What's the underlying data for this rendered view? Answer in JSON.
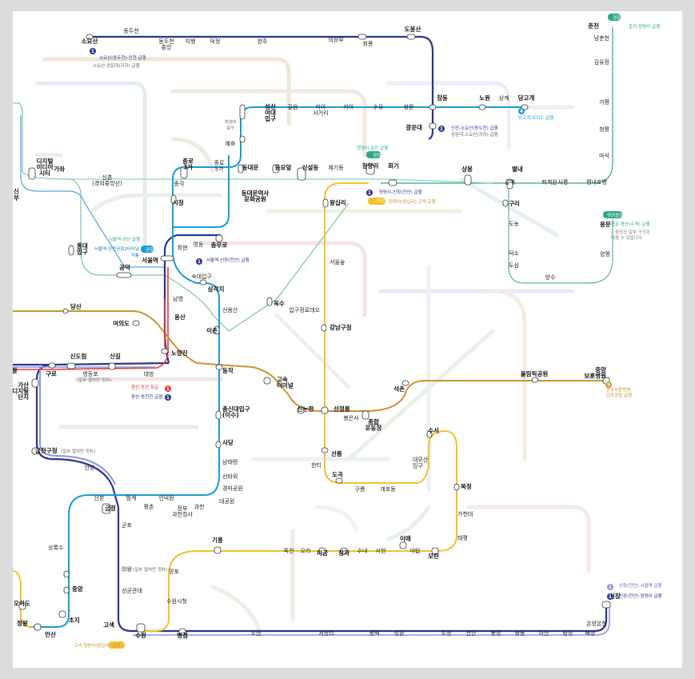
{
  "colors": {
    "line1": "#0052a4",
    "line1_express": "#2a3590",
    "line1_light": "#8f96d3",
    "line4": "#1c9bd8",
    "line4_dark": "#3a8fd0",
    "gyeongchun": "#2fa88a",
    "suin": "#f5c12f",
    "line9": "#c8962e",
    "gyeongbu_express": "#e23b3b",
    "background_lines": "#e9e9e9"
  },
  "stations": [
    {
      "id": "soyosan",
      "name": "소요산"
    },
    {
      "id": "dongducheon",
      "name": "동두천"
    },
    {
      "id": "dongducheon_jungang",
      "name": "동두천\n중앙"
    },
    {
      "id": "jihaeng",
      "name": "지행"
    },
    {
      "id": "deokjeong",
      "name": "덕정"
    },
    {
      "id": "yangju",
      "name": "양주"
    },
    {
      "id": "uijeongbu",
      "name": "의정부"
    },
    {
      "id": "hoeryong",
      "name": "회룡"
    },
    {
      "id": "dobongsan",
      "name": "도봉산"
    },
    {
      "id": "chunchoen",
      "name": "춘천"
    },
    {
      "id": "namchuncheon",
      "name": "남춘천"
    },
    {
      "id": "gimyujeong",
      "name": "김유정"
    },
    {
      "id": "gapyeong",
      "name": "가평"
    },
    {
      "id": "cheongpyeong",
      "name": "청평"
    },
    {
      "id": "maseok",
      "name": "마석"
    },
    {
      "id": "changdong",
      "name": "창동"
    },
    {
      "id": "nowon",
      "name": "노원"
    },
    {
      "id": "sanggye",
      "name": "상계"
    },
    {
      "id": "danggogae",
      "name": "당고개"
    },
    {
      "id": "seongsin",
      "name": "성신\n여대\n입구"
    },
    {
      "id": "gireum",
      "name": "길음"
    },
    {
      "id": "miasageori",
      "name": "미아\n사거리"
    },
    {
      "id": "mia",
      "name": "미아"
    },
    {
      "id": "suyu",
      "name": "수유"
    },
    {
      "id": "ssangmun",
      "name": "쌍문"
    },
    {
      "id": "gwangundae",
      "name": "광운대"
    },
    {
      "id": "hansung",
      "name": "한성대\n입구"
    },
    {
      "id": "hyehwa",
      "name": "혜화"
    },
    {
      "id": "jongno3ga",
      "name": "종로\n3가"
    },
    {
      "id": "jongno5ga",
      "name": "종로\n5가"
    },
    {
      "id": "dongdaemun",
      "name": "동대문"
    },
    {
      "id": "dongmyo",
      "name": "동묘앞"
    },
    {
      "id": "sinseoldong",
      "name": "신설동"
    },
    {
      "id": "jegidong",
      "name": "제기동"
    },
    {
      "id": "cheongnyangni",
      "name": "청량리"
    },
    {
      "id": "hoegi",
      "name": "회기"
    },
    {
      "id": "sangbong",
      "name": "상봉"
    },
    {
      "id": "byeollae",
      "name": "별내"
    },
    {
      "id": "galmae",
      "name": "갈매"
    },
    {
      "id": "toegyewon",
      "name": "퇴계원"
    },
    {
      "id": "sareung",
      "name": "사릉"
    },
    {
      "id": "pyeongnaehopyeong",
      "name": "평내호평"
    },
    {
      "id": "guri",
      "name": "구리"
    },
    {
      "id": "donong",
      "name": "도농"
    },
    {
      "id": "deokso",
      "name": "덕소"
    },
    {
      "id": "dosim",
      "name": "도심"
    },
    {
      "id": "yangsu",
      "name": "양수"
    },
    {
      "id": "yongmun",
      "name": "용문"
    },
    {
      "id": "yangpyeong",
      "name": "양평"
    },
    {
      "id": "ddp",
      "name": "동대문역사\n문화공원"
    },
    {
      "id": "digital_media",
      "name": "디지털\n미디어\n시티"
    },
    {
      "id": "gajwa",
      "name": "가좌"
    },
    {
      "id": "sinchon",
      "name": "신촌\n(경의중앙선)"
    },
    {
      "id": "hongik",
      "name": "홍대\n입구"
    },
    {
      "id": "gongdeok",
      "name": "공덕"
    },
    {
      "id": "jonggak",
      "name": "종각"
    },
    {
      "id": "cityhall",
      "name": "시청"
    },
    {
      "id": "seoul",
      "name": "서울역"
    },
    {
      "id": "hoehyeon",
      "name": "회현"
    },
    {
      "id": "myeongdong",
      "name": "명동"
    },
    {
      "id": "chungmuro",
      "name": "충무로"
    },
    {
      "id": "sookmyung",
      "name": "숙대입구"
    },
    {
      "id": "namyeong",
      "name": "남영"
    },
    {
      "id": "samgakji",
      "name": "삼각지"
    },
    {
      "id": "yongsan",
      "name": "용산"
    },
    {
      "id": "sinyongsan",
      "name": "신용산"
    },
    {
      "id": "ichon",
      "name": "이촌"
    },
    {
      "id": "oksu",
      "name": "옥수"
    },
    {
      "id": "wangsimni",
      "name": "왕십리"
    },
    {
      "id": "seoulsup",
      "name": "서울숲"
    },
    {
      "id": "apgujeong",
      "name": "압구정로데오"
    },
    {
      "id": "gangnamgu",
      "name": "강남구청"
    },
    {
      "id": "dangsan",
      "name": "당산"
    },
    {
      "id": "yeouido",
      "name": "여의도"
    },
    {
      "id": "noryangjin",
      "name": "노량진"
    },
    {
      "id": "dongjak",
      "name": "동작"
    },
    {
      "id": "express_bus",
      "name": "고속\n터미널"
    },
    {
      "id": "sinnonhyeon",
      "name": "신논현"
    },
    {
      "id": "seonjeongneung",
      "name": "선정릉"
    },
    {
      "id": "bongeunsa",
      "name": "봉은사"
    },
    {
      "id": "sports",
      "name": "종합\n운동장"
    },
    {
      "id": "seokchon",
      "name": "석촌"
    },
    {
      "id": "olympic",
      "name": "올림픽공원"
    },
    {
      "id": "vhs",
      "name": "중앙\n보훈병원"
    },
    {
      "id": "singil",
      "name": "신길"
    },
    {
      "id": "daebang",
      "name": "대방"
    },
    {
      "id": "yeongdeungpo",
      "name": "영등포"
    },
    {
      "id": "sindorim",
      "name": "신도림"
    },
    {
      "id": "guro",
      "name": "구로"
    },
    {
      "id": "gasan",
      "name": "가산\n디지털\n단지"
    },
    {
      "id": "isu",
      "name": "총신대입구\n(이수)"
    },
    {
      "id": "sadang",
      "name": "사당"
    },
    {
      "id": "namtaeryeong",
      "name": "남태령"
    },
    {
      "id": "seonbawi",
      "name": "선바위"
    },
    {
      "id": "racecourse",
      "name": "경마공원"
    },
    {
      "id": "seolleung",
      "name": "선릉"
    },
    {
      "id": "hanti",
      "name": "한티"
    },
    {
      "id": "dogok",
      "name": "도곡"
    },
    {
      "id": "guryong",
      "name": "구룡"
    },
    {
      "id": "gaepodong",
      "name": "개포동"
    },
    {
      "id": "daemosan",
      "name": "대모산\n입구"
    },
    {
      "id": "suseo",
      "name": "수서"
    },
    {
      "id": "bokjeong",
      "name": "복정"
    },
    {
      "id": "gachondae",
      "name": "가천대"
    },
    {
      "id": "taepyeong",
      "name": "태평"
    },
    {
      "id": "geumcheon",
      "name": "금천구청"
    },
    {
      "id": "anyang",
      "name": "안양"
    },
    {
      "id": "sanbon",
      "name": "산본"
    },
    {
      "id": "geumjeong",
      "name": "금정"
    },
    {
      "id": "beomgye",
      "name": "범계"
    },
    {
      "id": "pyeongchon",
      "name": "평촌"
    },
    {
      "id": "indeogwon",
      "name": "인덕원"
    },
    {
      "id": "jeongbu",
      "name": "정부\n과천청사"
    },
    {
      "id": "gwacheon",
      "name": "과천"
    },
    {
      "id": "daegongwon",
      "name": "대공원"
    },
    {
      "id": "gunpo",
      "name": "군포"
    },
    {
      "id": "uiwang",
      "name": "의왕"
    },
    {
      "id": "sungkyunkwan",
      "name": "성균관대"
    },
    {
      "id": "giheung",
      "name": "기흥"
    },
    {
      "id": "jukjeon",
      "name": "죽전"
    },
    {
      "id": "ori",
      "name": "오리"
    },
    {
      "id": "migeum",
      "name": "미금"
    },
    {
      "id": "jeongja",
      "name": "정자"
    },
    {
      "id": "sunae",
      "name": "수내"
    },
    {
      "id": "seohyeon",
      "name": "서현"
    },
    {
      "id": "imae",
      "name": "이매"
    },
    {
      "id": "yatap",
      "name": "야탑"
    },
    {
      "id": "moran",
      "name": "모란"
    },
    {
      "id": "mangpo",
      "name": "망포"
    },
    {
      "id": "suwoncity",
      "name": "수원시청"
    },
    {
      "id": "suwon",
      "name": "수원"
    },
    {
      "id": "gosaek",
      "name": "고색"
    },
    {
      "id": "byeongjeom",
      "name": "병점"
    },
    {
      "id": "osan",
      "name": "오산"
    },
    {
      "id": "seojeongni",
      "name": "서정리"
    },
    {
      "id": "pyeongtaek",
      "name": "평택"
    },
    {
      "id": "seonghwan",
      "name": "성환"
    },
    {
      "id": "dujeong",
      "name": "두정"
    },
    {
      "id": "cheonan",
      "name": "천안"
    },
    {
      "id": "bongmyeong",
      "name": "봉명"
    },
    {
      "id": "ssangyong",
      "name": "쌍용"
    },
    {
      "id": "asan",
      "name": "아산"
    },
    {
      "id": "tangjeong",
      "name": "탕정"
    },
    {
      "id": "baebang",
      "name": "배방"
    },
    {
      "id": "onyangoncheon",
      "name": "온양온천"
    },
    {
      "id": "sinchang",
      "name": "신창"
    },
    {
      "id": "sangroksu",
      "name": "상록수"
    },
    {
      "id": "jungang",
      "name": "중앙"
    },
    {
      "id": "choji",
      "name": "초지"
    },
    {
      "id": "ansan",
      "name": "안산"
    },
    {
      "id": "oido",
      "name": "오이도"
    },
    {
      "id": "jeongwang",
      "name": "정왕"
    }
  ],
  "legends": {
    "soyosan_title": "소요산(동두천)-인천 급행",
    "soyosan_sub": "소요산-광운대(지하) 급행",
    "line1_incheon": "인천-소요산(동두천) 급행",
    "line1_incheon_sub": "광운대-소요산(지하) 급행",
    "line4": "당고개-오이도 급행",
    "chuncheon_badge": "경춘",
    "chuncheon": "춘천-청량리 급행",
    "gyeongui_badge": "경의",
    "gyeongui": "청량리-춘천 급행",
    "cheongnyangni_1": "청량리-신창(천안) 급행",
    "suin_badge": "수인분당",
    "suin": "청량리(왕십리)-고색 급행",
    "jungang_badge": "경의중앙",
    "yongmun": "용문-용산(수색) 급행",
    "yongmun_sub": "• 중앙선 일부 구간은",
    "yongmun_sub2": "다음 수 있습니다.",
    "seoul_station": "서울역-공산 급행",
    "seoul_station_2": "서울역-인천공항2터미널",
    "seoul_station_3": "직통",
    "airport_badge": "공항",
    "seoul_sinchang": "서울역-신창(천안) 급행",
    "yongsan_dongcheon": "용산-동천 특급",
    "yongsan_dongcheon2": "용산-동천천 급행",
    "line9": "중앙보훈병원-\n김포공항 급행",
    "suin_gosaek": "고색-청량리(왕십리) 급행",
    "sinchang_seoul": "신창(천안)-서울역 급행",
    "sinchang_cheong": "신창(천안)-청량리 급행",
    "geumcheon_note": "(일부 열차만 정차)",
    "uiwang_note": "(일부 열차만 정차)",
    "yeongdeungpo_note": "(일부 열차만 정차)"
  },
  "badges": {
    "one": "1",
    "four": "4",
    "nine": "9"
  },
  "left_fragments": {
    "sinbu": "신\n부",
    "gaebong": "개봉",
    "oido_label": "오이도",
    "gu": "구"
  }
}
